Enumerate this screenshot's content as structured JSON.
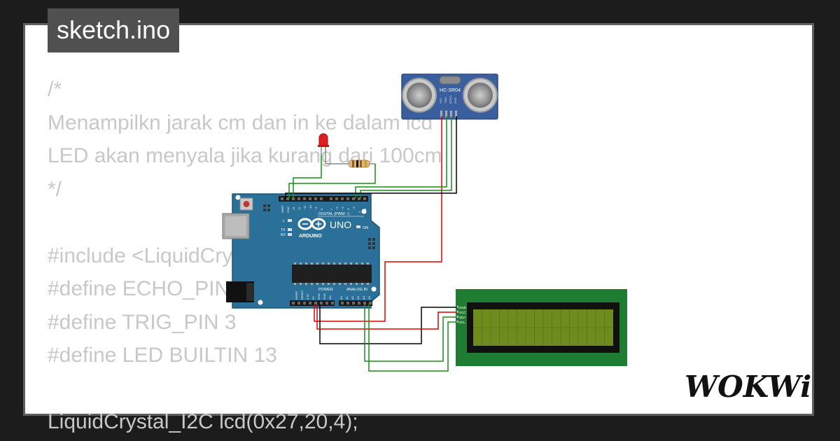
{
  "title": "sketch.ino",
  "code_lines": [
    "/*",
    "Menampilkn jarak cm dan in ke dalam lcd",
    "LED akan menyala jika kurang dari 100cm",
    "*/",
    "",
    "#include <LiquidCrystal_I2C.h>",
    "#define ECHO_PIN 2",
    "#define TRIG_PIN 3",
    "#define LED BUILTIN 13",
    "",
    "LiquidCrystal_I2C lcd(0x27,20,4);"
  ],
  "brand": "WOKWi",
  "sensor": {
    "label": "HC-SR04",
    "pins": [
      "VCC",
      "TRIG",
      "ECHO",
      "GND"
    ]
  },
  "arduino": {
    "logo_text": "UNO",
    "brand_text": "ARDUINO",
    "digital_header": "DIGITAL (PWM ~)",
    "power_header": "POWER",
    "analog_header": "ANALOG IN",
    "top_pin_labels": [
      "AREF",
      "GND",
      "13",
      "12",
      "~11",
      "~10",
      "~9",
      "8",
      "7",
      "~6",
      "~5",
      "4",
      "~3",
      "2",
      "TX 1",
      "RX 0"
    ],
    "power_pin_labels": [
      "IOREF",
      "RESET",
      "3.3V",
      "5V",
      "GND",
      "GND",
      "Vin"
    ],
    "analog_pin_labels": [
      "A0",
      "A1",
      "A2",
      "A3",
      "A4",
      "A5"
    ],
    "led_labels": [
      "L",
      "TX",
      "RX"
    ],
    "on_label": "ON"
  },
  "lcd": {
    "pins": [
      "GND",
      "VCC",
      "SDA",
      "SCL"
    ]
  },
  "colors": {
    "background": "#1c1c1c",
    "card": "#ffffff",
    "card_border": "#5f5f5f",
    "code_text": "#c8c8c8",
    "title_bg": "#505050",
    "arduino_board": "#2a7098",
    "sensor_board": "#3a5f9e",
    "lcd_board": "#1e7d32",
    "lcd_screen": "#6e8b1e",
    "wire_red": "#e00000",
    "wire_green": "#1a8c1a",
    "wire_black": "#000000",
    "led_red": "#e02020"
  }
}
